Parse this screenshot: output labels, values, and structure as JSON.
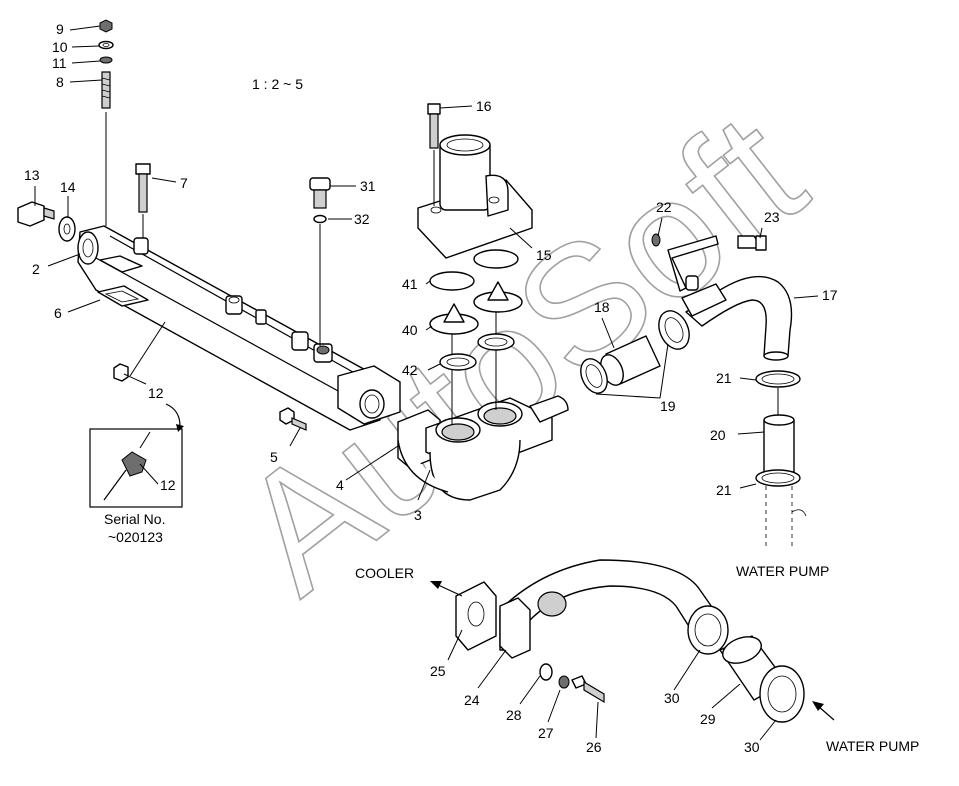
{
  "scale_note": "1 : 2 ~ 5",
  "watermark": "AutoSoft",
  "inset": {
    "serial_line1": "Serial No.",
    "serial_line2": "~020123",
    "part": "12"
  },
  "directions": {
    "cooler": "COOLER",
    "water_pump_upper": "WATER PUMP",
    "water_pump_lower": "WATER PUMP"
  },
  "callouts": {
    "p2": "2",
    "p3": "3",
    "p4": "4",
    "p5": "5",
    "p6": "6",
    "p7": "7",
    "p8": "8",
    "p9": "9",
    "p10": "10",
    "p11": "11",
    "p12": "12",
    "p13": "13",
    "p14": "14",
    "p15": "15",
    "p16": "16",
    "p17": "17",
    "p18": "18",
    "p19": "19",
    "p20": "20",
    "p21a": "21",
    "p21b": "21",
    "p22": "22",
    "p23": "23",
    "p24": "24",
    "p25": "25",
    "p26": "26",
    "p27": "27",
    "p28": "28",
    "p29": "29",
    "p30a": "30",
    "p30b": "30",
    "p31": "31",
    "p32": "32",
    "p40": "40",
    "p41": "41",
    "p42": "42"
  }
}
